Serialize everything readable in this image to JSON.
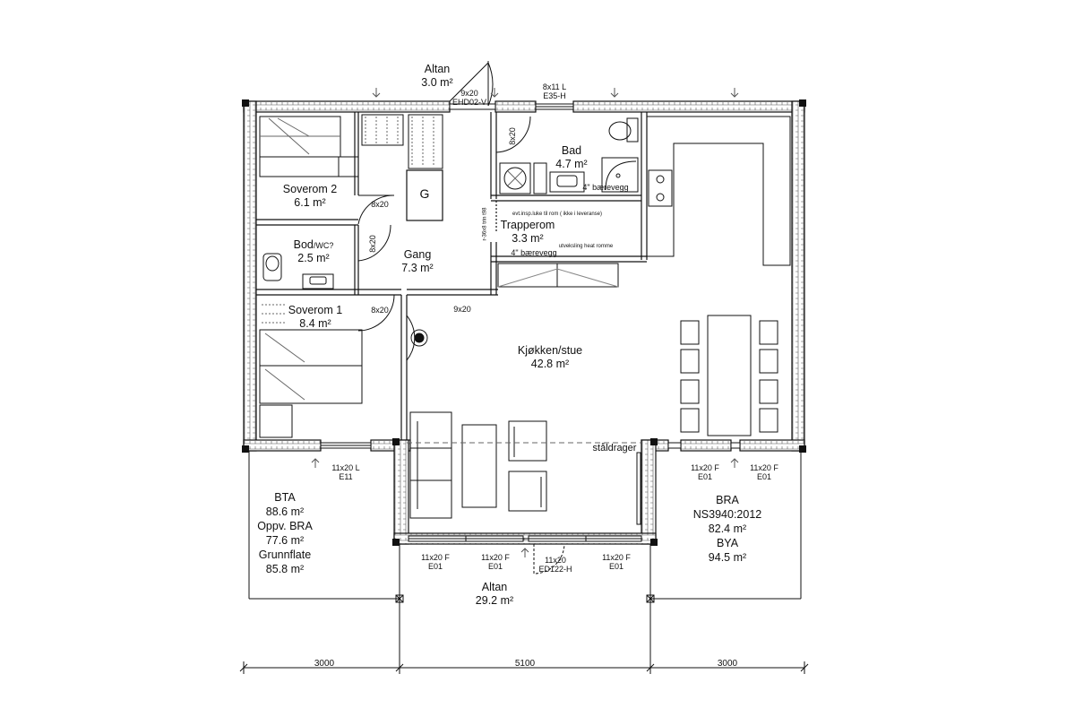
{
  "rooms": {
    "soverom2": {
      "name": "Soverom 2",
      "area": "6.1 m²"
    },
    "bod": {
      "name": "Bod",
      "name_suffix": "/WC?",
      "area": "2.5 m²"
    },
    "soverom1": {
      "name": "Soverom 1",
      "area": "8.4 m²"
    },
    "gang": {
      "name": "Gang",
      "area": "7.3 m²"
    },
    "bad": {
      "name": "Bad",
      "area": "4.7 m²"
    },
    "trapperom": {
      "name": "Trapperom",
      "area": "3.3 m²"
    },
    "kjokken": {
      "name": "Kjøkken/stue",
      "area": "42.8 m²"
    },
    "altan_top": {
      "name": "Altan",
      "area": "3.0 m²"
    },
    "altan_bottom": {
      "name": "Altan",
      "area": "29.2 m²"
    },
    "garderobe": {
      "name": "G"
    }
  },
  "doors": {
    "d_soverom2": "8x20",
    "d_bod": "8x20",
    "d_soverom1": "8x20",
    "d_bad": "8x20",
    "d_gang": "9x20",
    "d_altan_top": {
      "size": "9x20",
      "code": "EHD02-V"
    },
    "d_altan_bottom": {
      "size": "11x20",
      "code": "ED122-H"
    }
  },
  "windows": {
    "top": {
      "size": "8x11 L",
      "code": "E35-H"
    },
    "left_bottom": {
      "size": "11x20 L",
      "code": "E11"
    },
    "bottom_1": {
      "size": "11x20 F",
      "code": "E01"
    },
    "bottom_2": {
      "size": "11x20 F",
      "code": "E01"
    },
    "bottom_3": {
      "size": "11x20 F",
      "code": "E01"
    },
    "right_1": {
      "size": "11x20 F",
      "code": "E01"
    },
    "right_2": {
      "size": "11x20 F",
      "code": "E01"
    }
  },
  "notes": {
    "baerevegg_1": "4\" bærevegg",
    "baerevegg_2": "4\" bærevegg",
    "inspeksjon": "evt.insp.luke til rom ( ikke i leveranse)",
    "utveksling": "utveksling heat romme",
    "sldrager": "ståldrager",
    "trapp_vertical": "r-36x8 trin t98"
  },
  "stats_left": {
    "bta_label": "BTA",
    "bta_value": "88.6 m²",
    "oppv_label": "Oppv. BRA",
    "oppv_value": "77.6 m²",
    "grunn_label": "Grunnflate",
    "grunn_value": "85.8 m²"
  },
  "stats_right": {
    "bra_label": "BRA",
    "bra_std": "NS3940:2012",
    "bra_value": "82.4 m²",
    "bya_label": "BYA",
    "bya_value": "94.5 m²"
  },
  "dimensions": {
    "left": "3000",
    "middle": "5100",
    "right": "3000"
  },
  "colors": {
    "line": "#111111",
    "light_line": "#777777",
    "wall_fill": "#ffffff"
  }
}
